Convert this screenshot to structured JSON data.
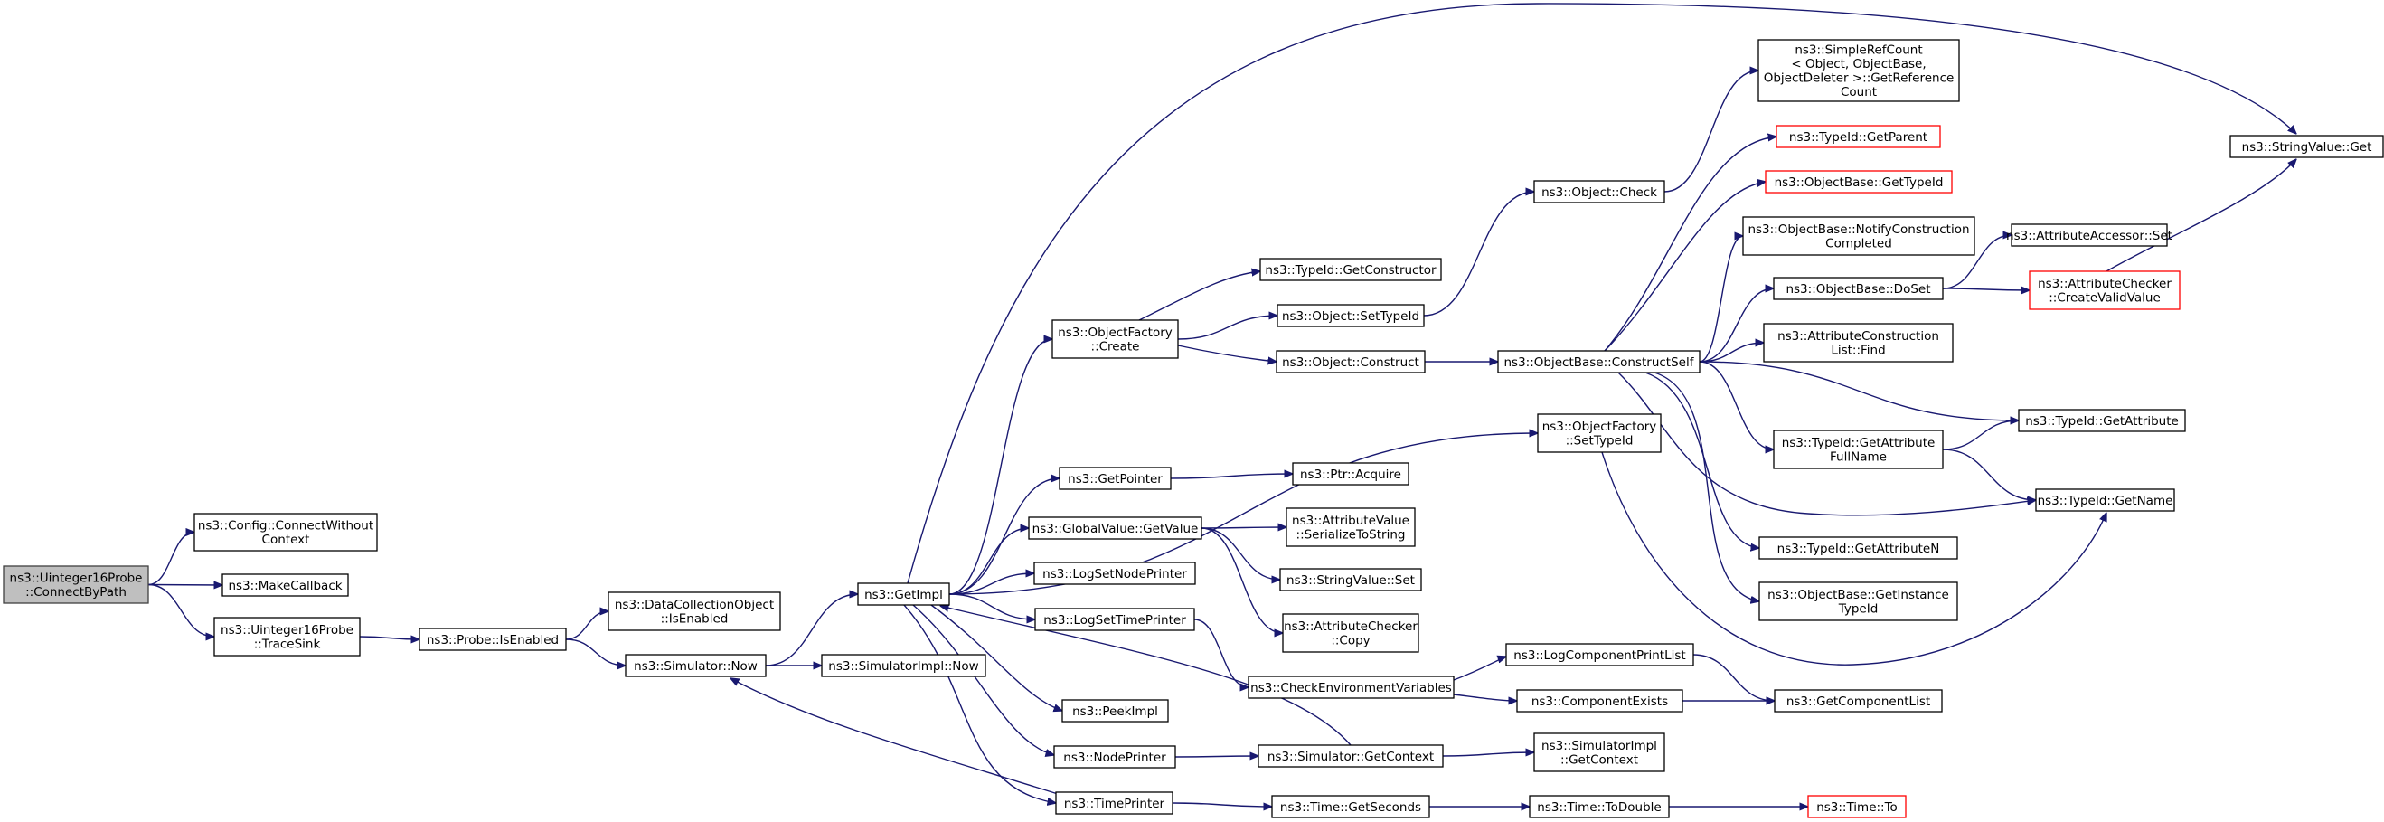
{
  "diagram": {
    "colors": {
      "edge": "#191970",
      "node_border": "#000000",
      "root_fill": "#bfbfbf",
      "external_border": "#ff0000"
    },
    "nodes": [
      {
        "id": "root",
        "lines": [
          "ns3::Uinteger16Probe",
          "::ConnectByPath"
        ],
        "style": "root"
      },
      {
        "id": "cfg",
        "lines": [
          "ns3::Config::ConnectWithout",
          "Context"
        ],
        "style": "normal"
      },
      {
        "id": "mkcb",
        "lines": [
          "ns3::MakeCallback"
        ],
        "style": "normal"
      },
      {
        "id": "tsink",
        "lines": [
          "ns3::Uinteger16Probe",
          "::TraceSink"
        ],
        "style": "normal"
      },
      {
        "id": "probeen",
        "lines": [
          "ns3::Probe::IsEnabled"
        ],
        "style": "normal"
      },
      {
        "id": "dcoen",
        "lines": [
          "ns3::DataCollectionObject",
          "::IsEnabled"
        ],
        "style": "normal"
      },
      {
        "id": "simnow",
        "lines": [
          "ns3::Simulator::Now"
        ],
        "style": "normal"
      },
      {
        "id": "simimplnow",
        "lines": [
          "ns3::SimulatorImpl::Now"
        ],
        "style": "normal"
      },
      {
        "id": "getimpl",
        "lines": [
          "ns3::GetImpl"
        ],
        "style": "normal"
      },
      {
        "id": "ofcreate",
        "lines": [
          "ns3::ObjectFactory",
          "::Create"
        ],
        "style": "normal"
      },
      {
        "id": "getptr",
        "lines": [
          "ns3::GetPointer"
        ],
        "style": "normal"
      },
      {
        "id": "gvget",
        "lines": [
          "ns3::GlobalValue::GetValue"
        ],
        "style": "normal"
      },
      {
        "id": "lognode",
        "lines": [
          "ns3::LogSetNodePrinter"
        ],
        "style": "normal"
      },
      {
        "id": "logtime",
        "lines": [
          "ns3::LogSetTimePrinter"
        ],
        "style": "normal"
      },
      {
        "id": "peek",
        "lines": [
          "ns3::PeekImpl"
        ],
        "style": "normal"
      },
      {
        "id": "nodepr",
        "lines": [
          "ns3::NodePrinter"
        ],
        "style": "normal"
      },
      {
        "id": "timepr",
        "lines": [
          "ns3::TimePrinter"
        ],
        "style": "normal"
      },
      {
        "id": "tidctor",
        "lines": [
          "ns3::TypeId::GetConstructor"
        ],
        "style": "normal"
      },
      {
        "id": "objsettid",
        "lines": [
          "ns3::Object::SetTypeId"
        ],
        "style": "normal"
      },
      {
        "id": "objconstruct",
        "lines": [
          "ns3::Object::Construct"
        ],
        "style": "normal"
      },
      {
        "id": "ofsettid",
        "lines": [
          "ns3::ObjectFactory",
          "::SetTypeId"
        ],
        "style": "normal"
      },
      {
        "id": "ptracq",
        "lines": [
          "ns3::Ptr::Acquire"
        ],
        "style": "normal"
      },
      {
        "id": "avser",
        "lines": [
          "ns3::AttributeValue",
          "::SerializeToString"
        ],
        "style": "normal"
      },
      {
        "id": "svset",
        "lines": [
          "ns3::StringValue::Set"
        ],
        "style": "normal"
      },
      {
        "id": "accopy",
        "lines": [
          "ns3::AttributeChecker",
          "::Copy"
        ],
        "style": "normal"
      },
      {
        "id": "checkenv",
        "lines": [
          "ns3::CheckEnvironmentVariables"
        ],
        "style": "normal"
      },
      {
        "id": "simctx",
        "lines": [
          "ns3::Simulator::GetContext"
        ],
        "style": "normal"
      },
      {
        "id": "timesec",
        "lines": [
          "ns3::Time::GetSeconds"
        ],
        "style": "normal"
      },
      {
        "id": "objcheck",
        "lines": [
          "ns3::Object::Check"
        ],
        "style": "normal"
      },
      {
        "id": "obconstructself",
        "lines": [
          "ns3::ObjectBase::ConstructSelf"
        ],
        "style": "normal"
      },
      {
        "id": "logcomplist",
        "lines": [
          "ns3::LogComponentPrintList"
        ],
        "style": "normal"
      },
      {
        "id": "compexists",
        "lines": [
          "ns3::ComponentExists"
        ],
        "style": "normal"
      },
      {
        "id": "simimplctx",
        "lines": [
          "ns3::SimulatorImpl",
          "::GetContext"
        ],
        "style": "normal"
      },
      {
        "id": "timetod",
        "lines": [
          "ns3::Time::ToDouble"
        ],
        "style": "normal"
      },
      {
        "id": "refcount",
        "lines": [
          "ns3::SimpleRefCount",
          "< Object, ObjectBase,",
          " ObjectDeleter >::GetReference",
          "Count"
        ],
        "style": "normal"
      },
      {
        "id": "tidparent",
        "lines": [
          "ns3::TypeId::GetParent"
        ],
        "style": "red"
      },
      {
        "id": "obgettid",
        "lines": [
          "ns3::ObjectBase::GetTypeId"
        ],
        "style": "red"
      },
      {
        "id": "obnotify",
        "lines": [
          "ns3::ObjectBase::NotifyConstruction",
          "Completed"
        ],
        "style": "normal"
      },
      {
        "id": "obdoset",
        "lines": [
          "ns3::ObjectBase::DoSet"
        ],
        "style": "normal"
      },
      {
        "id": "aclfind",
        "lines": [
          "ns3::AttributeConstruction",
          "List::Find"
        ],
        "style": "normal"
      },
      {
        "id": "tidgafn",
        "lines": [
          "ns3::TypeId::GetAttribute",
          "FullName"
        ],
        "style": "normal"
      },
      {
        "id": "tidgan",
        "lines": [
          "ns3::TypeId::GetAttributeN"
        ],
        "style": "normal"
      },
      {
        "id": "obgit",
        "lines": [
          "ns3::ObjectBase::GetInstance",
          "TypeId"
        ],
        "style": "normal"
      },
      {
        "id": "getcomplist",
        "lines": [
          "ns3::GetComponentList"
        ],
        "style": "normal"
      },
      {
        "id": "timeto",
        "lines": [
          "ns3::Time::To"
        ],
        "style": "red"
      },
      {
        "id": "aaset",
        "lines": [
          "ns3::AttributeAccessor::Set"
        ],
        "style": "normal"
      },
      {
        "id": "accvv",
        "lines": [
          "ns3::AttributeChecker",
          "::CreateValidValue"
        ],
        "style": "red"
      },
      {
        "id": "tidga",
        "lines": [
          "ns3::TypeId::GetAttribute"
        ],
        "style": "normal"
      },
      {
        "id": "tidgn",
        "lines": [
          "ns3::TypeId::GetName"
        ],
        "style": "normal"
      },
      {
        "id": "svget",
        "lines": [
          "ns3::StringValue::Get"
        ],
        "style": "normal"
      }
    ],
    "edges": [
      [
        "root",
        "cfg"
      ],
      [
        "root",
        "mkcb"
      ],
      [
        "root",
        "tsink"
      ],
      [
        "tsink",
        "probeen"
      ],
      [
        "probeen",
        "dcoen"
      ],
      [
        "probeen",
        "simnow"
      ],
      [
        "simnow",
        "getimpl"
      ],
      [
        "simnow",
        "simimplnow"
      ],
      [
        "getimpl",
        "ofcreate"
      ],
      [
        "getimpl",
        "ofsettid"
      ],
      [
        "getimpl",
        "getptr"
      ],
      [
        "getimpl",
        "gvget"
      ],
      [
        "getimpl",
        "lognode"
      ],
      [
        "getimpl",
        "logtime"
      ],
      [
        "getimpl",
        "peek"
      ],
      [
        "getimpl",
        "nodepr"
      ],
      [
        "getimpl",
        "timepr"
      ],
      [
        "getimpl",
        "svget"
      ],
      [
        "ofcreate",
        "tidctor"
      ],
      [
        "ofcreate",
        "objsettid"
      ],
      [
        "ofcreate",
        "objconstruct"
      ],
      [
        "objsettid",
        "objcheck"
      ],
      [
        "objcheck",
        "refcount"
      ],
      [
        "objconstruct",
        "obconstructself"
      ],
      [
        "obconstructself",
        "tidparent"
      ],
      [
        "obconstructself",
        "obgettid"
      ],
      [
        "obconstructself",
        "obnotify"
      ],
      [
        "obconstructself",
        "obdoset"
      ],
      [
        "obconstructself",
        "aclfind"
      ],
      [
        "obconstructself",
        "tidga"
      ],
      [
        "obconstructself",
        "tidgafn"
      ],
      [
        "obconstructself",
        "tidgn"
      ],
      [
        "obconstructself",
        "tidgan"
      ],
      [
        "obconstructself",
        "obgit"
      ],
      [
        "obdoset",
        "aaset"
      ],
      [
        "obdoset",
        "accvv"
      ],
      [
        "accvv",
        "svget"
      ],
      [
        "tidgafn",
        "tidga"
      ],
      [
        "tidgafn",
        "tidgn"
      ],
      [
        "ofsettid",
        "tidgn"
      ],
      [
        "getptr",
        "ptracq"
      ],
      [
        "gvget",
        "avser"
      ],
      [
        "gvget",
        "svset"
      ],
      [
        "gvget",
        "accopy"
      ],
      [
        "logtime",
        "checkenv"
      ],
      [
        "checkenv",
        "logcomplist"
      ],
      [
        "checkenv",
        "compexists"
      ],
      [
        "logcomplist",
        "getcomplist"
      ],
      [
        "compexists",
        "getcomplist"
      ],
      [
        "simctx",
        "getimpl"
      ],
      [
        "simctx",
        "simimplctx"
      ],
      [
        "nodepr",
        "simctx"
      ],
      [
        "timepr",
        "simnow"
      ],
      [
        "timepr",
        "timesec"
      ],
      [
        "timesec",
        "timetod"
      ],
      [
        "timetod",
        "timeto"
      ]
    ]
  }
}
